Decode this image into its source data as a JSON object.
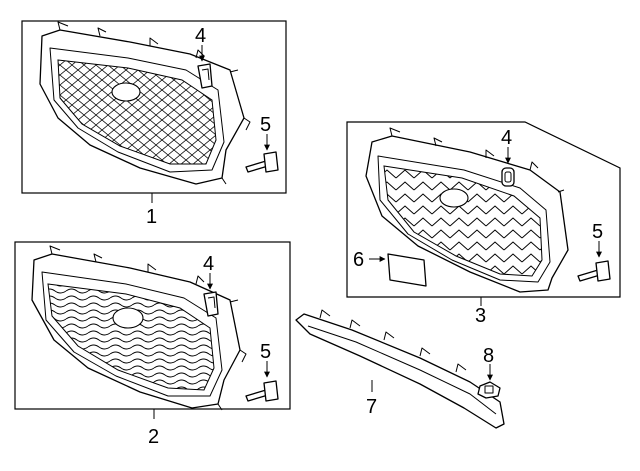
{
  "callouts": {
    "grille_assembly_1": "1",
    "grille_assembly_2": "2",
    "grille_assembly_3": "3",
    "clip": "4",
    "screw": "5",
    "emblem_pad": "6",
    "lower_bracket": "7",
    "nut": "8"
  }
}
